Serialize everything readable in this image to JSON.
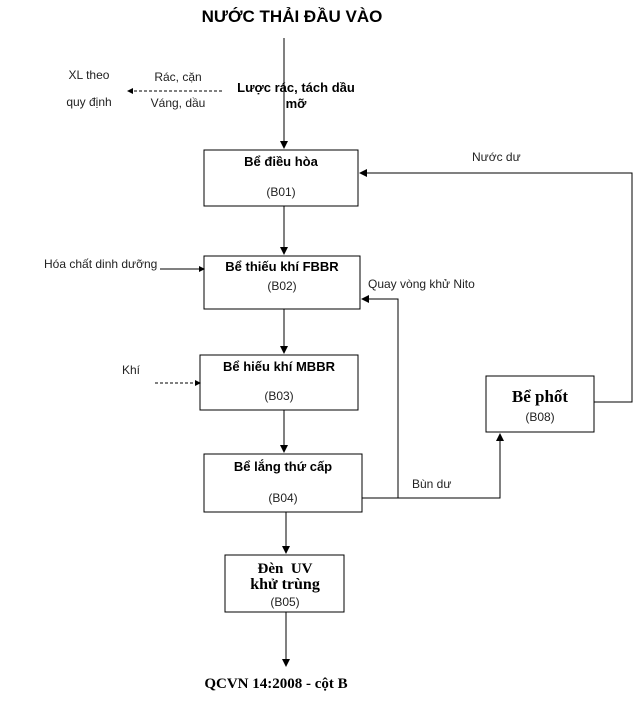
{
  "title": "NƯỚC THẢI ĐẦU VÀO",
  "screening": {
    "line1": "Lược rác, tách dầu",
    "line2": "mỡ"
  },
  "side_removed": {
    "line1": "Rác, cặn",
    "line2": "Váng, dầu"
  },
  "disposal": {
    "line1": "XL theo",
    "line2": "quy định"
  },
  "units": [
    {
      "name": "Bể điều hòa",
      "code": "(B01)"
    },
    {
      "name": "Bể thiếu khí FBBR",
      "code": "(B02)"
    },
    {
      "name": "Bể hiếu khí MBBR",
      "code": "(B03)"
    },
    {
      "name": "Bể lắng thứ cấp",
      "code": "(B04)"
    },
    {
      "name_line1": "Đèn  UV",
      "name_line2": "khử trùng",
      "code": "(B05)"
    }
  ],
  "septic": {
    "name": "Bể phốt",
    "code": "(B08)"
  },
  "inputs": {
    "nutrients": "Hóa chất dinh dưỡng",
    "air": "Khí"
  },
  "flows": {
    "return_water": "Nước dư",
    "nitrogen_recycle": "Quay vòng khử Nito",
    "excess_sludge": "Bùn dư"
  },
  "standard": "QCVN 14:2008 - cột B"
}
